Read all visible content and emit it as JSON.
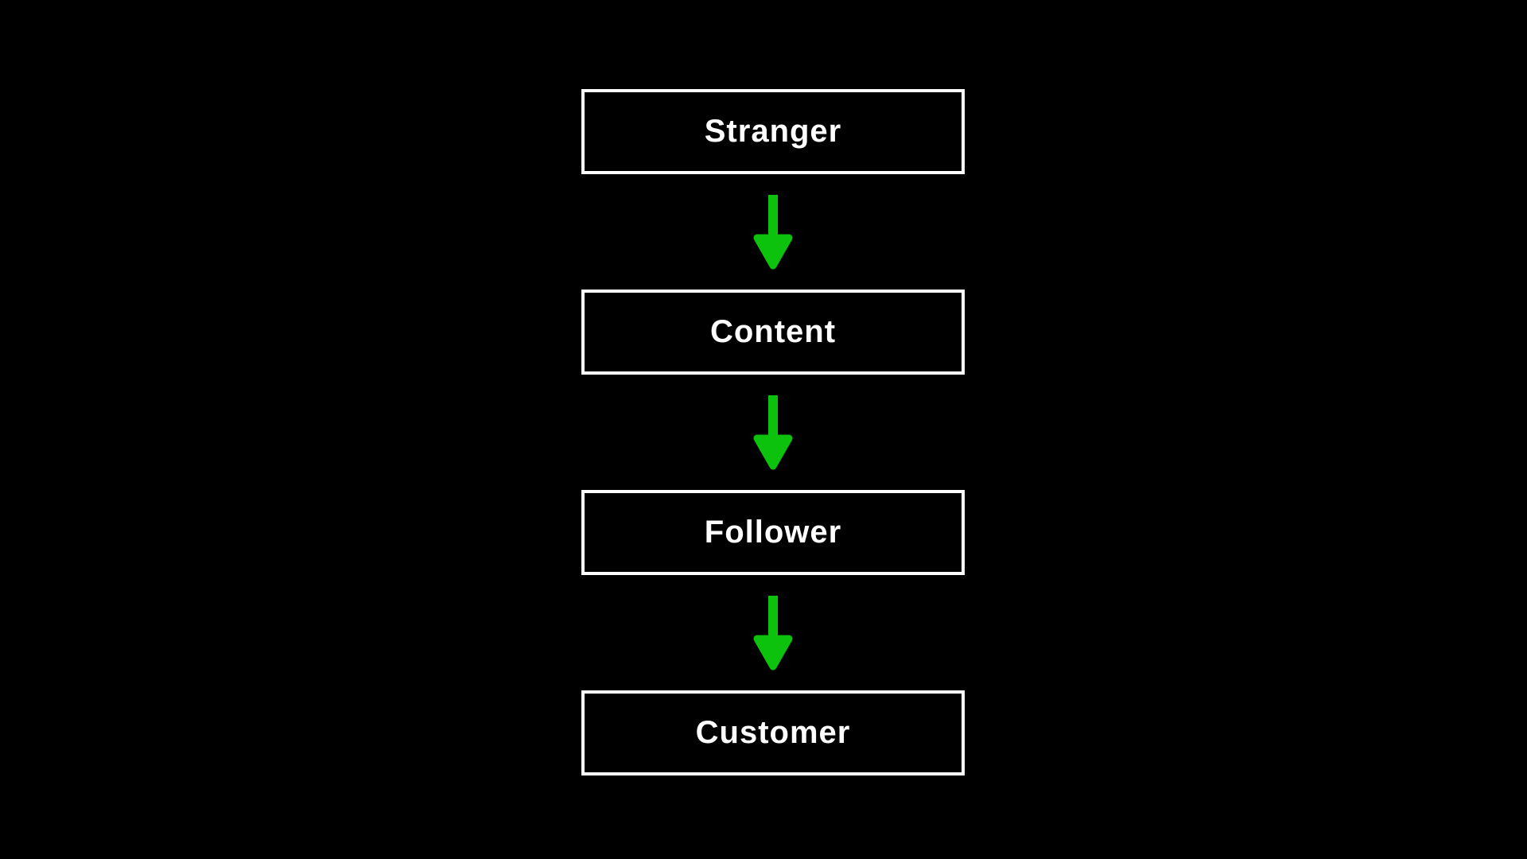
{
  "page": {
    "background_color": "#000000"
  },
  "flowchart": {
    "nodes": [
      {
        "label": "Stranger"
      },
      {
        "label": "Content"
      },
      {
        "label": "Follower"
      },
      {
        "label": "Customer"
      }
    ],
    "connector": {
      "icon": "down-arrow-icon",
      "color": "#0cc20c"
    },
    "node_style": {
      "border_color": "#ffffff",
      "text_color": "#ffffff",
      "background": "#000000"
    }
  }
}
